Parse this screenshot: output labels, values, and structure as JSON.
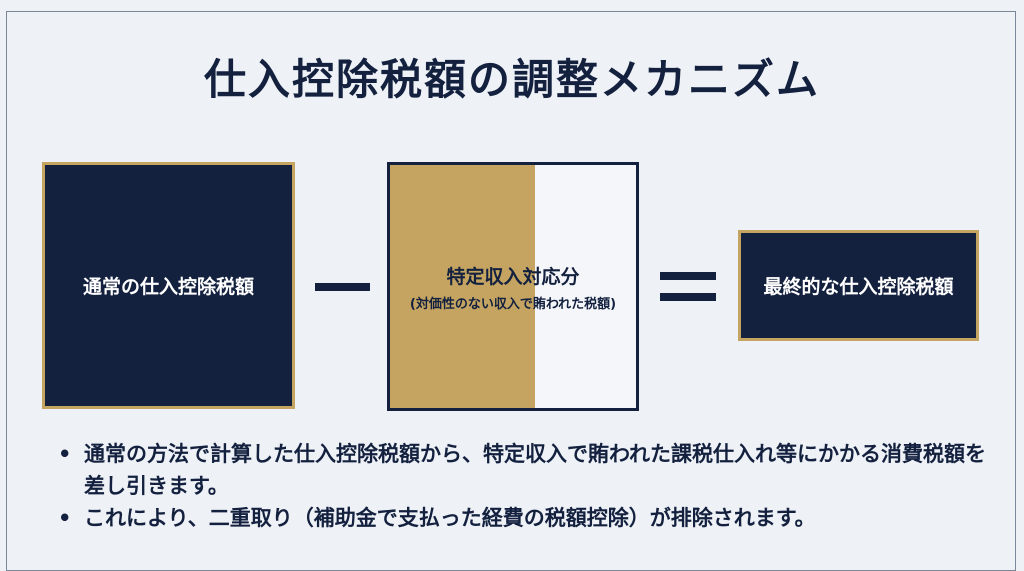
{
  "title": "仕入控除税額の調整メカニズム",
  "boxes": {
    "normal": "通常の仕入控除税額",
    "specific_main": "特定収入対応分",
    "specific_sub": "(対価性のない収入で賄われた税額)",
    "final": "最終的な仕入控除税額"
  },
  "operators": {
    "minus": "minus",
    "equals": "equals"
  },
  "bullets": [
    "通常の方法で計算した仕入控除税額から、特定収入で賄われた課税仕入れ等にかかる消費税額を差し引きます。",
    "これにより、二重取り（補助金で支払った経費の税額控除）が排除されます。"
  ],
  "colors": {
    "navy": "#13213f",
    "gold": "#c5a461",
    "background": "#eef1f6"
  }
}
